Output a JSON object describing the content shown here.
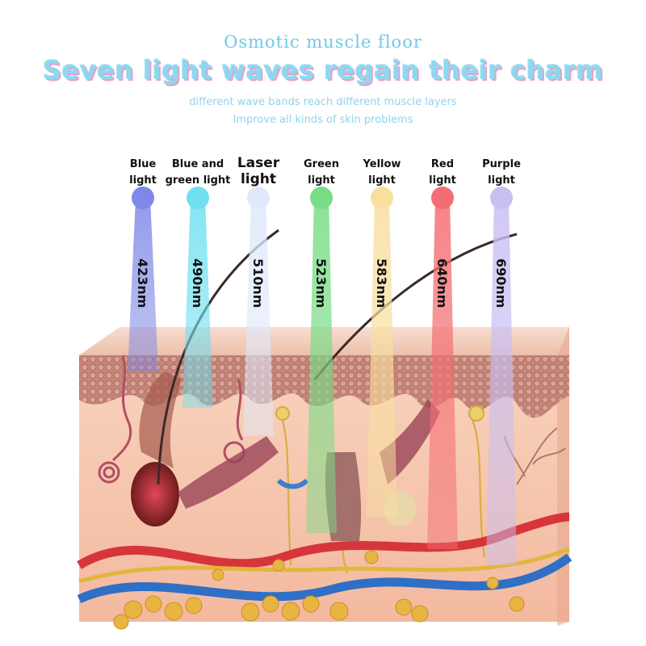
{
  "header": {
    "subtitle": "Osmotic muscle floor",
    "title": "Seven light waves regain their charm",
    "tagline1": "different wave bands reach different muscle layers",
    "tagline2": "Improve all kinds of skin problems"
  },
  "lights": [
    {
      "line1": "Blue",
      "line2": "light",
      "wavelength": "423nm",
      "color": "#7f88e6"
    },
    {
      "line1": "Blue and",
      "line2": "green light",
      "wavelength": "490nm",
      "color": "#6fe0ef"
    },
    {
      "line1": "Laser",
      "line2": "light",
      "wavelength": "510nm",
      "color": "#dfe9fb"
    },
    {
      "line1": "Green",
      "line2": "light",
      "wavelength": "523nm",
      "color": "#79dc86"
    },
    {
      "line1": "Yellow",
      "line2": "light",
      "wavelength": "583nm",
      "color": "#f8dfa0"
    },
    {
      "line1": "Red",
      "line2": "light",
      "wavelength": "640nm",
      "color": "#f46d72"
    },
    {
      "line1": "Purple",
      "line2": "light",
      "wavelength": "690nm",
      "color": "#c9bff3"
    }
  ]
}
